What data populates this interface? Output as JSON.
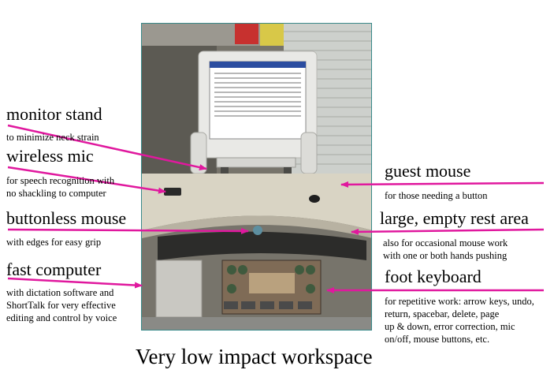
{
  "caption": "Very low impact workspace",
  "labels": {
    "monitor_stand": {
      "title": "monitor stand",
      "desc": [
        "to minimize neck strain"
      ]
    },
    "wireless_mic": {
      "title": "wireless mic",
      "desc": [
        "for speech recognition with",
        "no shackling to computer"
      ]
    },
    "buttonless_mouse": {
      "title": "buttonless mouse",
      "desc": [
        "with edges for easy grip"
      ]
    },
    "fast_computer": {
      "title": "fast computer",
      "desc": [
        "with dictation software and",
        "ShortTalk for very effective",
        "editing and control by voice"
      ]
    },
    "guest_mouse": {
      "title": "guest mouse",
      "desc": [
        "for those needing a button"
      ]
    },
    "rest_area": {
      "title": "large, empty rest area",
      "desc": [
        "also for occasional mouse work",
        "with one or both hands pushing"
      ]
    },
    "foot_keyboard": {
      "title": "foot keyboard",
      "desc": [
        "for repetitive work: arrow keys, undo,",
        "return, spacebar, delete, page",
        "up & down, error correction, mic",
        "on/off, mouse buttons, etc."
      ]
    }
  },
  "colors": {
    "arrow": "#e0189e",
    "photo_border": "#3a8a8a"
  }
}
